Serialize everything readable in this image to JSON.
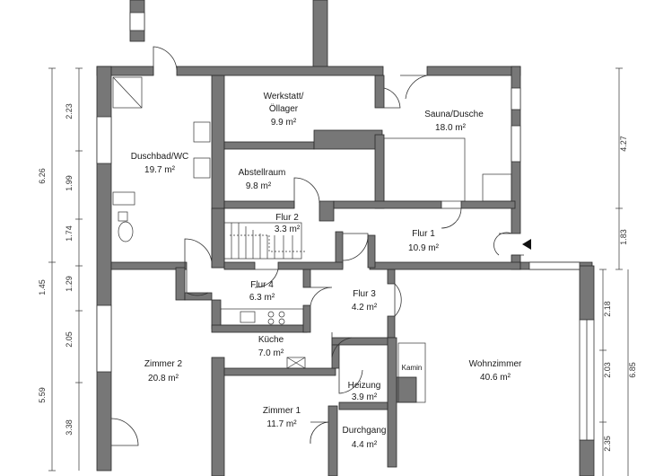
{
  "rooms": [
    {
      "id": "duschbad",
      "name": "Duschbad/WC",
      "area": "19.7 m²"
    },
    {
      "id": "werkstatt",
      "name1": "Werkstatt/",
      "name2": "Öllager",
      "area": "9.9 m²"
    },
    {
      "id": "sauna",
      "name": "Sauna/Dusche",
      "area": "18.0 m²"
    },
    {
      "id": "abstellraum",
      "name": "Abstellraum",
      "area": "9.8 m²"
    },
    {
      "id": "flur2",
      "name": "Flur 2",
      "area": "3.3 m²"
    },
    {
      "id": "flur1",
      "name": "Flur 1",
      "area": "10.9 m²"
    },
    {
      "id": "flur4",
      "name": "Flur 4",
      "area": "6.3 m²"
    },
    {
      "id": "flur3",
      "name": "Flur 3",
      "area": "4.2 m²"
    },
    {
      "id": "kueche",
      "name": "Küche",
      "area": "7.0 m²"
    },
    {
      "id": "zimmer2",
      "name": "Zimmer 2",
      "area": "20.8 m²"
    },
    {
      "id": "wohnzimmer",
      "name": "Wohnzimmer",
      "area": "40.6 m²"
    },
    {
      "id": "heizung",
      "name": "Heizung",
      "area": "3.9 m²"
    },
    {
      "id": "zimmer1",
      "name": "Zimmer 1",
      "area": "11.7 m²"
    },
    {
      "id": "durchgang",
      "name": "Durchgang",
      "area": "4.4 m²"
    }
  ],
  "fixtures": {
    "kamin": "Kamin"
  },
  "dimensions": {
    "left_outer": [
      "6.26",
      "5.59"
    ],
    "left_inner": [
      "2.23",
      "1.99",
      "1.74",
      "1.29",
      "2.05",
      "3.38"
    ],
    "left_mid": [
      "1.45"
    ],
    "right_outer": [
      "4.27",
      "6.85"
    ],
    "right_inner": [
      "1.83",
      "2.18",
      "2.03",
      "2.35"
    ]
  },
  "colors": {
    "wall": "#777777",
    "ink": "#1a1a1a",
    "line": "#333333"
  }
}
